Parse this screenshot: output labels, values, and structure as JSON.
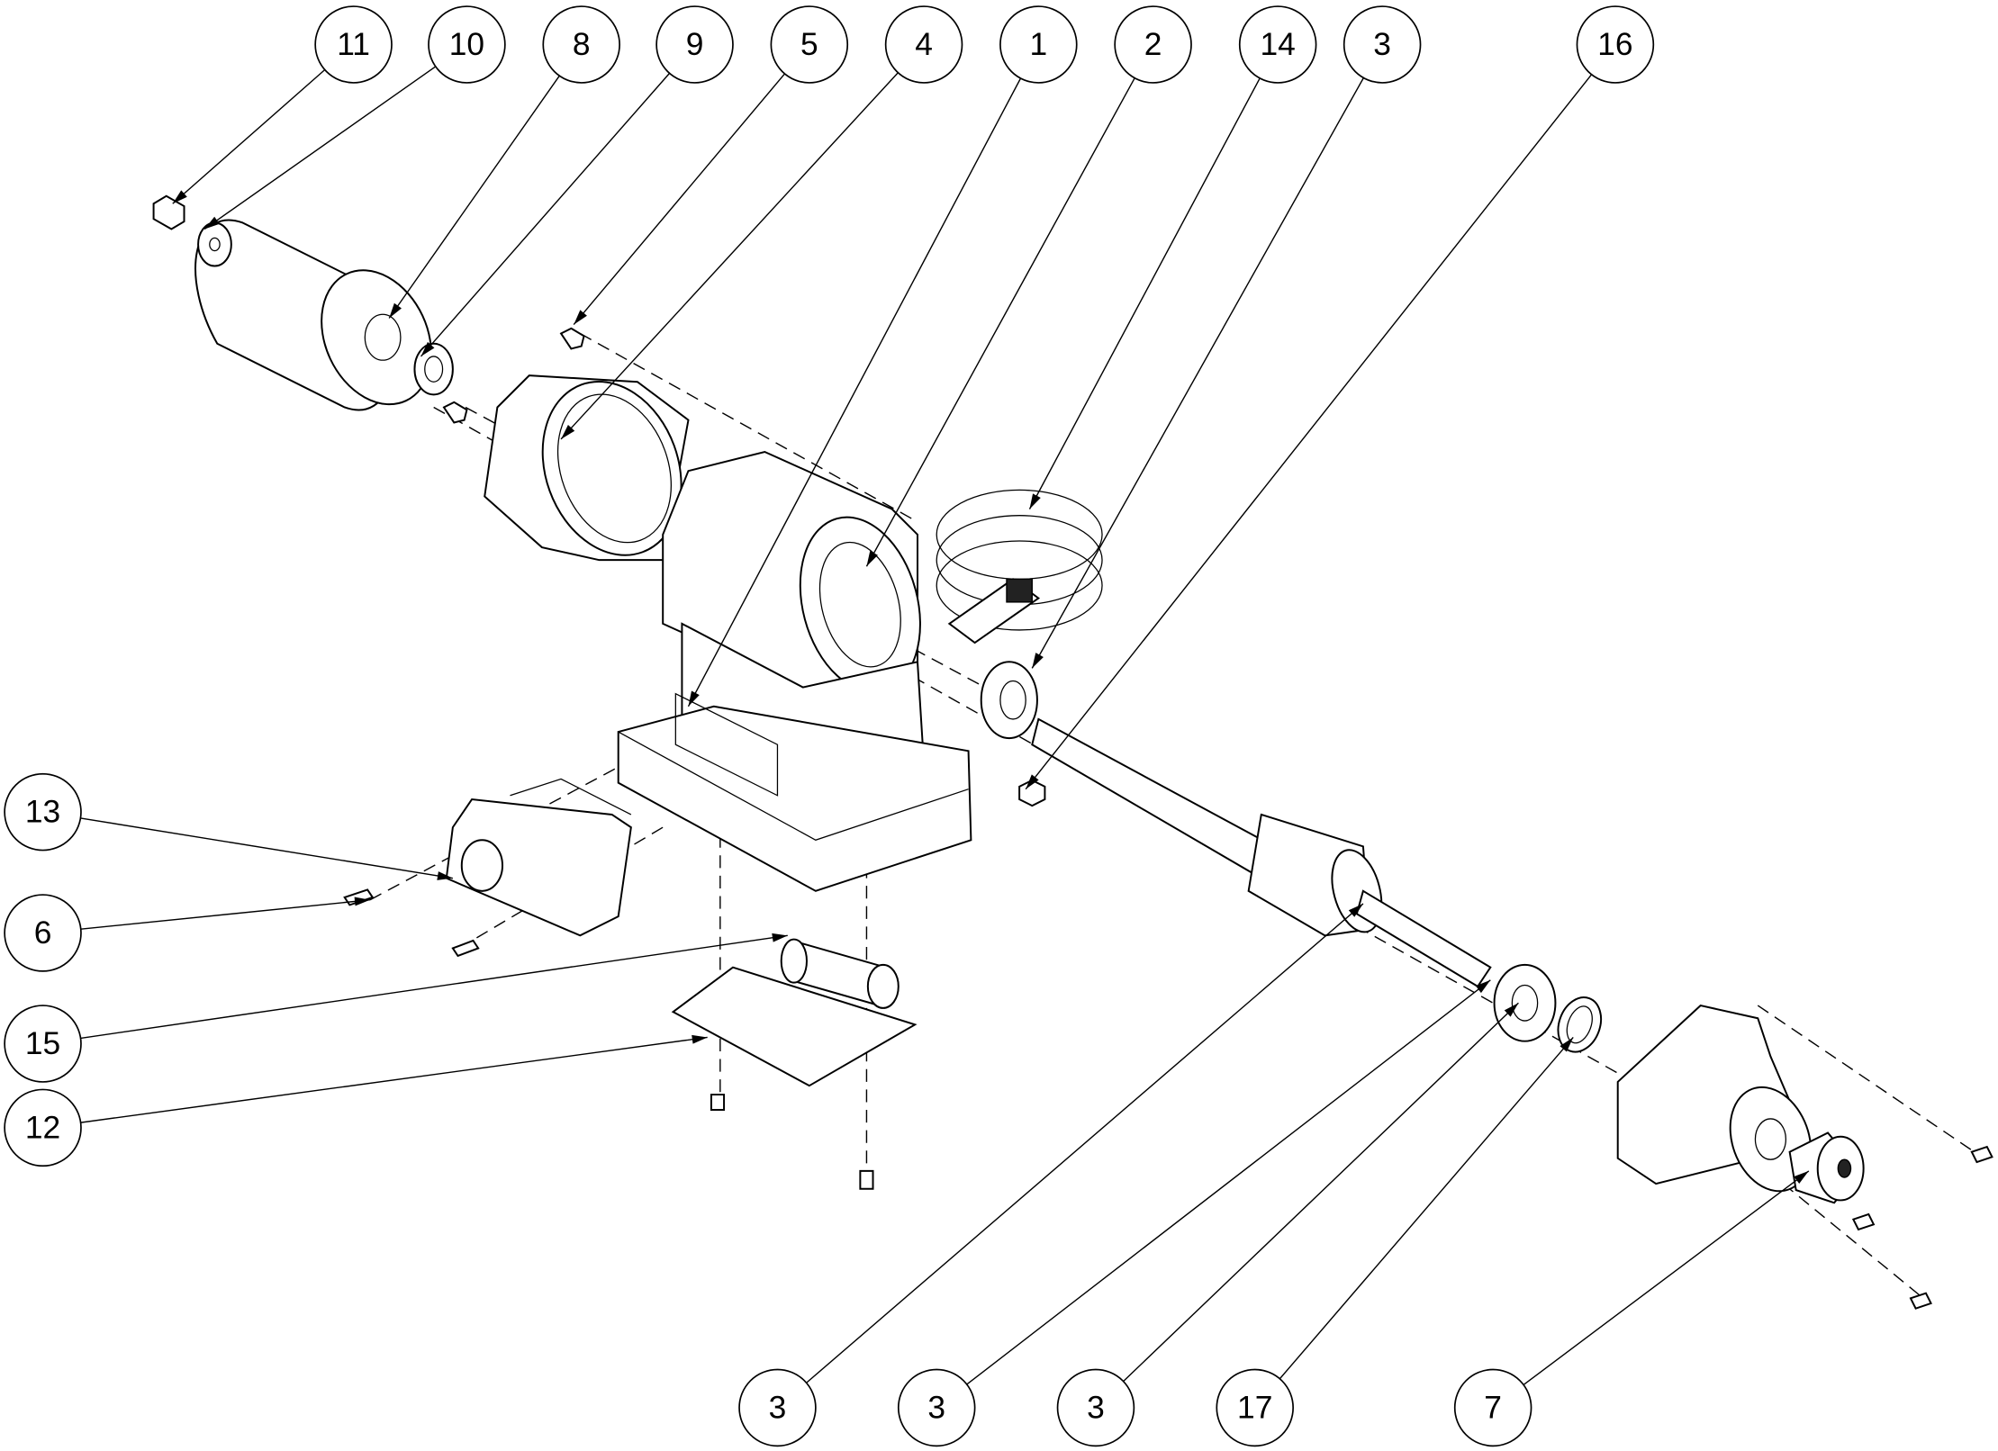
{
  "drawing": {
    "title": "Exploded assembly view",
    "balloons": [
      {
        "label": "11"
      },
      {
        "label": "10"
      },
      {
        "label": "8"
      },
      {
        "label": "9"
      },
      {
        "label": "5"
      },
      {
        "label": "4"
      },
      {
        "label": "1"
      },
      {
        "label": "2"
      },
      {
        "label": "14"
      },
      {
        "label": "3"
      },
      {
        "label": "16"
      },
      {
        "label": "13"
      },
      {
        "label": "6"
      },
      {
        "label": "15"
      },
      {
        "label": "12"
      },
      {
        "label": "3"
      },
      {
        "label": "3"
      },
      {
        "label": "3"
      },
      {
        "label": "17"
      },
      {
        "label": "7"
      }
    ]
  }
}
